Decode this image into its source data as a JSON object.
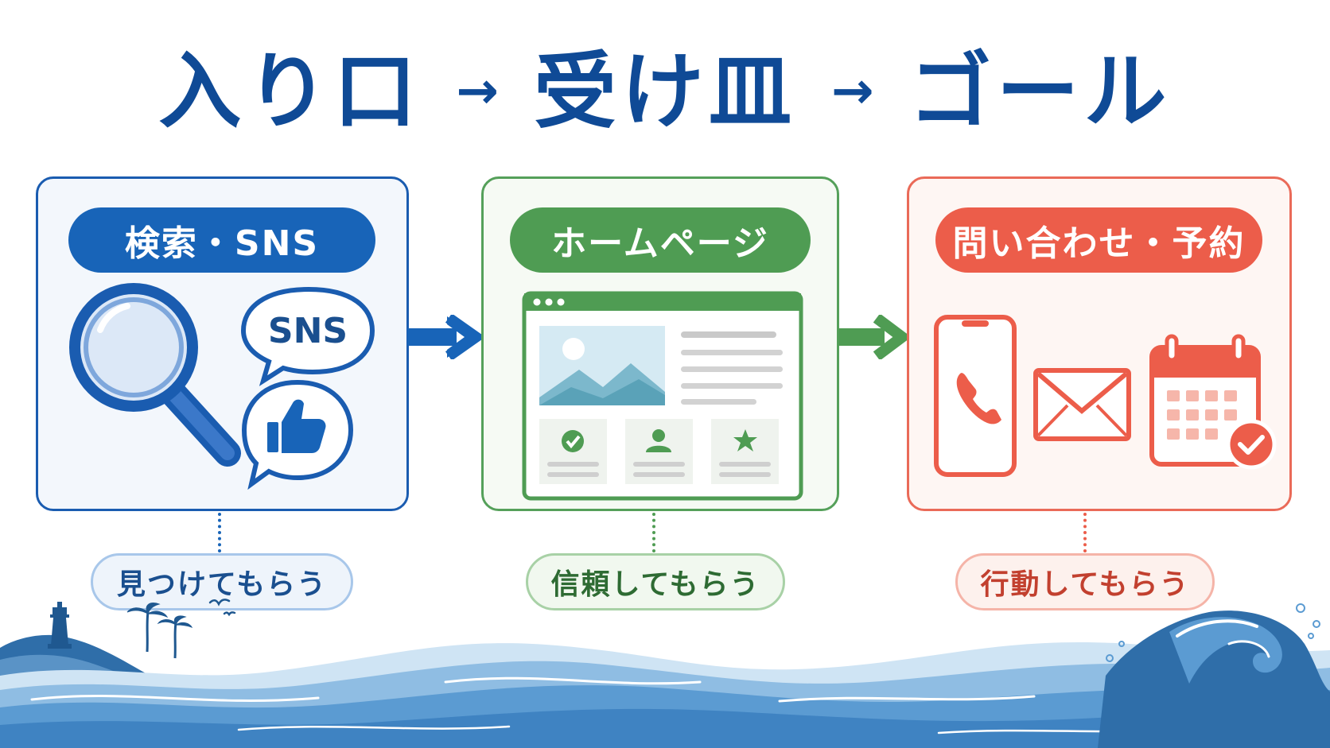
{
  "title": {
    "entrance": "入り口",
    "arrow1": "→",
    "landing": "受け皿",
    "arrow2": "→",
    "goal": "ゴール"
  },
  "stages": [
    {
      "label": "検索・SNS",
      "sns_bubble": "SNS",
      "caption": "見つけてもらう",
      "color": "#1864b8"
    },
    {
      "label": "ホームページ",
      "caption": "信頼してもらう",
      "color": "#4f9c53"
    },
    {
      "label": "問い合わせ・予約",
      "caption": "行動してもらう",
      "color": "#ec5d4a"
    }
  ],
  "icons": {
    "stage1": [
      "magnifier-icon",
      "sns-bubble-icon",
      "thumbs-up-icon"
    ],
    "stage2": [
      "browser-window-icon",
      "check-icon",
      "person-icon",
      "star-icon"
    ],
    "stage3": [
      "smartphone-icon",
      "phone-icon",
      "envelope-icon",
      "calendar-icon",
      "check-badge-icon"
    ],
    "scenery": [
      "island-icon",
      "lighthouse-icon",
      "palm-tree-icon",
      "seagull-icon",
      "wave-icon"
    ]
  }
}
